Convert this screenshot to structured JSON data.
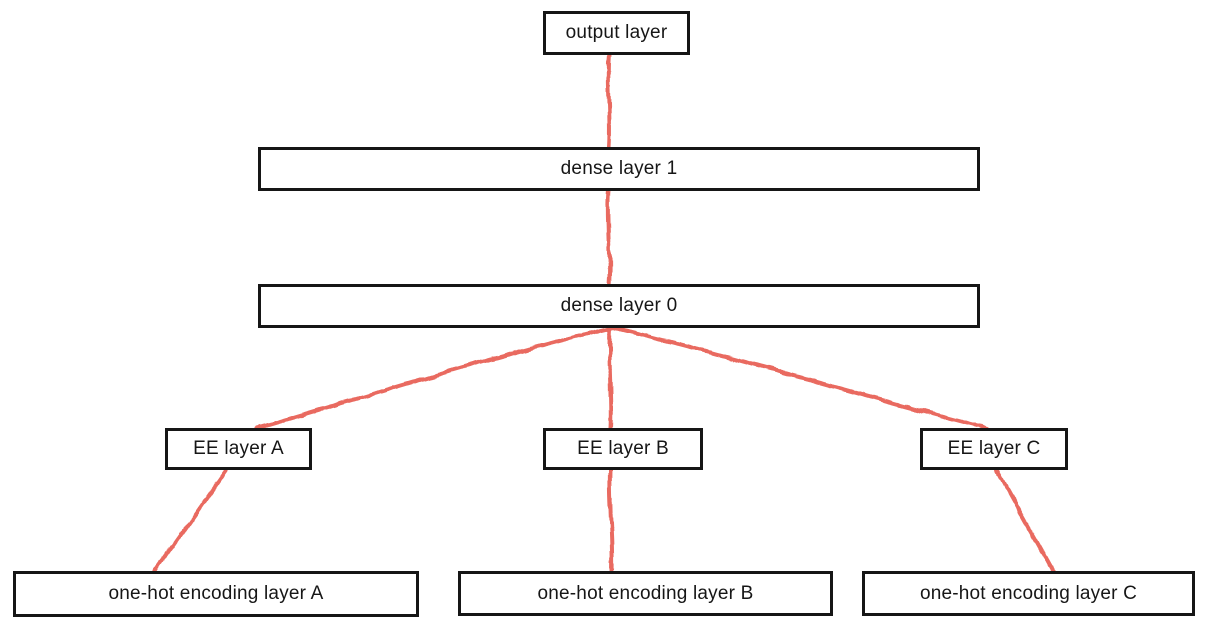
{
  "diagram": {
    "description": "feed-forward neural network architecture with entity-embedding (EE) layers",
    "nodes": {
      "output": {
        "label": "output layer"
      },
      "dense1": {
        "label": "dense layer 1"
      },
      "dense0": {
        "label": "dense layer 0"
      },
      "ee_a": {
        "label": "EE layer A"
      },
      "ee_b": {
        "label": "EE layer B"
      },
      "ee_c": {
        "label": "EE layer C"
      },
      "onehot_a": {
        "label": "one-hot encoding layer A"
      },
      "onehot_b": {
        "label": "one-hot encoding layer B"
      },
      "onehot_c": {
        "label": "one-hot encoding layer C"
      }
    },
    "edges": [
      {
        "from": "dense1",
        "to": "output"
      },
      {
        "from": "dense0",
        "to": "dense1"
      },
      {
        "from": "ee_a",
        "to": "dense0"
      },
      {
        "from": "ee_b",
        "to": "dense0"
      },
      {
        "from": "ee_c",
        "to": "dense0"
      },
      {
        "from": "onehot_a",
        "to": "ee_a"
      },
      {
        "from": "onehot_b",
        "to": "ee_b"
      },
      {
        "from": "onehot_c",
        "to": "ee_c"
      }
    ],
    "colors": {
      "background": "#ffffff",
      "edge": "#e96a60",
      "box_border": "#161616",
      "box_fill": "#ffffff",
      "text": "#161616"
    }
  }
}
